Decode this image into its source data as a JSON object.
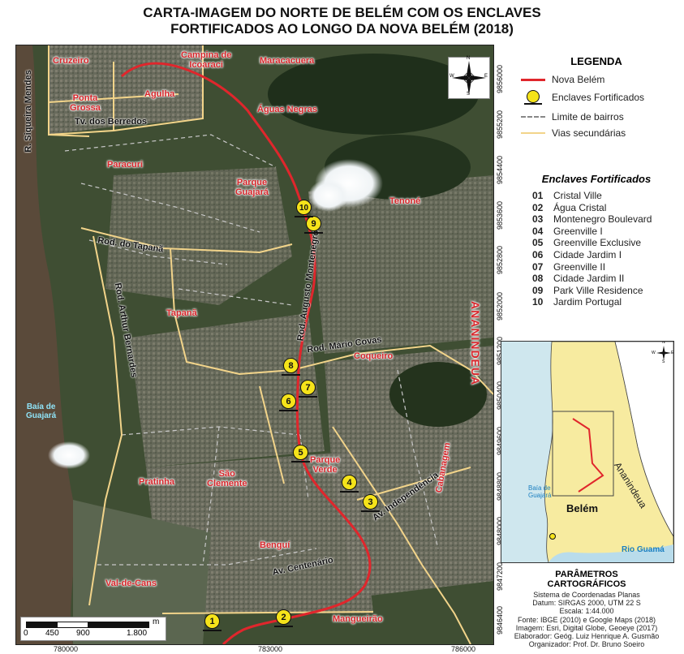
{
  "title": {
    "line1": "CARTA-IMAGEM DO NORTE DE BELÉM COM OS ENCLAVES",
    "line2": "FORTIFICADOS AO LONGO DA NOVA BELÉM (2018)"
  },
  "neighborhoods": {
    "cruzeiro": "Cruzeiro",
    "campina": "Campina de\nIcoaraci",
    "maracacuera": "Maracacuera",
    "agulha": "Agulha",
    "ponta_grossa": "Ponta\nGrossa",
    "aguas_negras": "Águas Negras",
    "paracuri": "Paracuri",
    "parque_guajara": "Parque\nGuajará",
    "tenone": "Tenoné",
    "tapana": "Tapanã",
    "coqueiro": "Coqueiro",
    "parque_verde": "Parque\nVerde",
    "pratinha": "Pratinha",
    "sao_clemente": "São\nClemente",
    "cabanagem": "Cabanagem",
    "bengui": "Benguí",
    "val_de_cans": "Val-de-Cans",
    "mangueirao": "Mangueirão",
    "ananindeua": "ANANINDEUA"
  },
  "roads": {
    "siqueira_mendes": "R. Siqueira Mendes",
    "berredos": "Tv. dos Berredos",
    "tapana_rod": "Rod. do Tapanã",
    "augusto_montenegro": "Rod. Augusto Montenegro",
    "arthur_bernardes": "Rod. Arthur Bernardes",
    "mario_covas": "Rod. Mário Covas",
    "independencia": "Av. Independência",
    "centenario": "Av. Centenário"
  },
  "water": {
    "baia": "Baía de\nGuajará"
  },
  "compass": {
    "n": "N",
    "s": "S",
    "e": "E",
    "w": "W",
    "icon": "compass-rose-icon"
  },
  "enclave_markers": [
    "1",
    "2",
    "3",
    "4",
    "5",
    "6",
    "7",
    "8",
    "9",
    "10"
  ],
  "scale": {
    "unit": "m",
    "ticks": [
      "0",
      "450",
      "900",
      "1.800"
    ]
  },
  "y_ticks": [
    "9856000",
    "9855200",
    "9854400",
    "9853600",
    "9852800",
    "9852000",
    "9851200",
    "9850400",
    "9849600",
    "9848800",
    "9848000",
    "9847200",
    "9846400"
  ],
  "x_ticks": [
    "780000",
    "783000",
    "786000"
  ],
  "legend": {
    "title": "LEGENDA",
    "items": [
      {
        "label": "Nova Belém",
        "type": "line",
        "color": "#e0262c"
      },
      {
        "label": "Enclaves Fortificados",
        "type": "point",
        "color": "#f5e31a"
      },
      {
        "label": "Limite de bairros",
        "type": "dashed",
        "color": "#888888"
      },
      {
        "label": "Vias secundárias",
        "type": "line",
        "color": "#f2d48a"
      }
    ]
  },
  "enclaves": {
    "title": "Enclaves Fortificados",
    "items": [
      {
        "num": "01",
        "name": "Cristal Ville"
      },
      {
        "num": "02",
        "name": "Água Cristal"
      },
      {
        "num": "03",
        "name": "Montenegro Boulevard"
      },
      {
        "num": "04",
        "name": "Greenville I"
      },
      {
        "num": "05",
        "name": "Greenville Exclusive"
      },
      {
        "num": "06",
        "name": "Cidade Jardim I"
      },
      {
        "num": "07",
        "name": "Greenville II"
      },
      {
        "num": "08",
        "name": "Cidade Jardim II"
      },
      {
        "num": "09",
        "name": "Park Ville Residence"
      },
      {
        "num": "10",
        "name": "Jardim Portugal"
      }
    ]
  },
  "inset": {
    "ananindeua": "Ananindeua",
    "baia": "Baía de\nGuajará",
    "belem": "Belém",
    "rio": "Rio Guamá",
    "compass_n": "N",
    "compass_s": "S",
    "compass_w": "W",
    "compass_e": "E"
  },
  "params": {
    "title": "PARÂMETROS\nCARTOGRÁFICOS",
    "lines": [
      "Sistema de Coordenadas Planas",
      "Datum: SIRGAS 2000, UTM 22 S",
      "Escala: 1:44.000",
      "Fonte: IBGE (2010) e Google Maps (2018)",
      "Imagem: Esri, Digital Globe, Geoeye (2017)",
      "Elaborador: Geóg. Luiz Henrique A. Gusmão",
      "Organizador: Prof. Dr. Bruno Soeiro"
    ]
  },
  "colors": {
    "nova_belem": "#e0262c",
    "enclave": "#f5e31a",
    "secondary_roads": "#f2d48a",
    "neighborhood_label": "#d8262b"
  }
}
